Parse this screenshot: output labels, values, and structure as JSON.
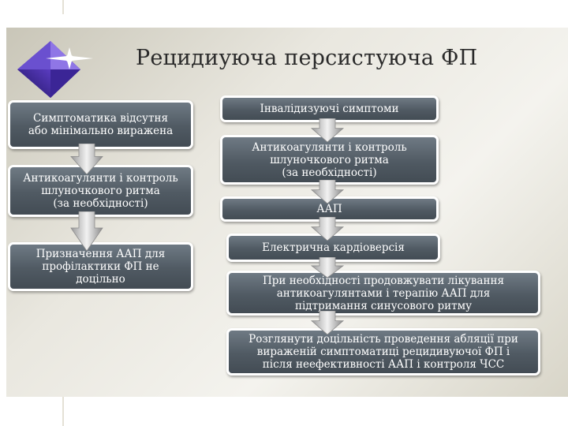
{
  "title": "Рецидиуюча персистуюча ФП",
  "left_column": [
    {
      "lines": [
        "Симптоматика відсутня",
        "або мінімально виражена"
      ]
    },
    {
      "lines": [
        "Антикоагулянти і контроль",
        "шлуночкового ритма",
        "(за необхідності)"
      ]
    },
    {
      "lines": [
        "Призначення ААП для",
        "профілактики ФП не",
        "доцільно"
      ]
    }
  ],
  "right_column": [
    {
      "lines": [
        "Інвалідизуючі симптоми"
      ]
    },
    {
      "lines": [
        "Антикоагулянти і контроль",
        "шлуночкового ритма",
        "(за необхідності)"
      ]
    },
    {
      "lines": [
        "ААП"
      ]
    },
    {
      "lines": [
        "Електрична кардіоверсія"
      ]
    },
    {
      "lines": [
        "При необхідності продовжувати лікування",
        "антикоагулянтами і терапію ААП для",
        "підтримання синусового ритму"
      ]
    },
    {
      "lines": [
        "Розглянути доцільність проведення абляції при",
        "вираженій симптоматиці рецидивуючої ФП і",
        "після неефективності ААП  і  контроля ЧСС"
      ]
    }
  ]
}
